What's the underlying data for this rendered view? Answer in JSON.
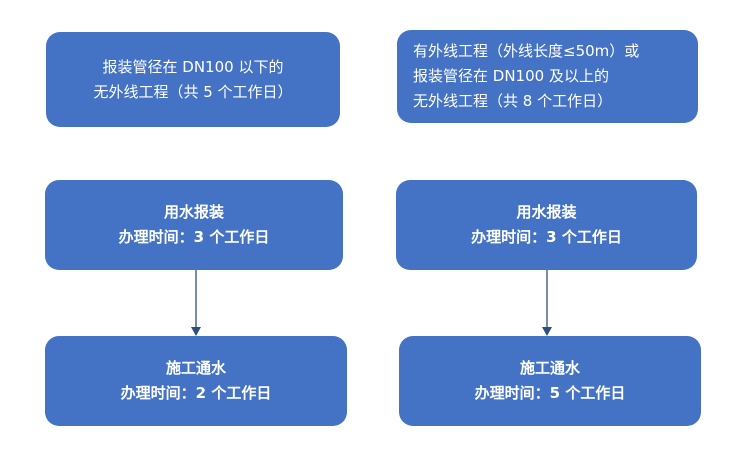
{
  "colors": {
    "box_fill": "#4472c4",
    "text": "#ffffff",
    "arrow": "#2f4f7f"
  },
  "left": {
    "condition": {
      "lines": [
        "报装管径在 DN100 以下的",
        "无外线工程（共 5 个工作日）"
      ]
    },
    "apply": {
      "title": "用水报装",
      "time": "办理时间：3 个工作日"
    },
    "build": {
      "title": "施工通水",
      "time": "办理时间：2 个工作日"
    }
  },
  "right": {
    "condition": {
      "lines": [
        "有外线工程（外线长度≤50m）或",
        "报装管径在 DN100 及以上的",
        "无外线工程（共 8 个工作日）"
      ]
    },
    "apply": {
      "title": "用水报装",
      "time": "办理时间：3 个工作日"
    },
    "build": {
      "title": "施工通水",
      "time": "办理时间：5 个工作日"
    }
  }
}
